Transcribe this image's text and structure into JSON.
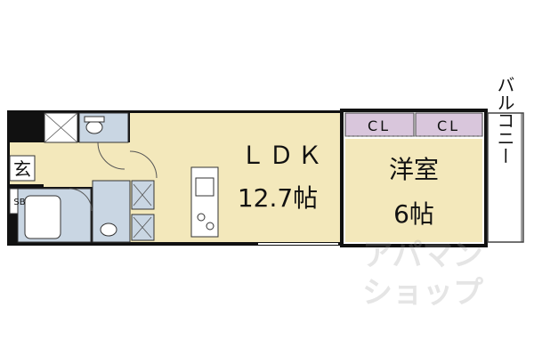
{
  "floorplan": {
    "ldk_label": "ＬＤＫ",
    "ldk_size": "12.7帖",
    "bedroom_label": "洋室",
    "bedroom_size": "6帖",
    "balcony_label": "バルコニー",
    "entrance_label": "玄",
    "shoe_box_label": "SB",
    "closet_left_label": "CL",
    "closet_right_label": "CL",
    "watermark_line1": "アパマン",
    "watermark_line2": "ショップ"
  },
  "colors": {
    "room_fill": "#f3e8bb",
    "closet_fill": "#d9c6dc",
    "wet_area_fill": "#c9d6e3",
    "balcony_fill": "#ffffff",
    "wall": "#111111"
  }
}
